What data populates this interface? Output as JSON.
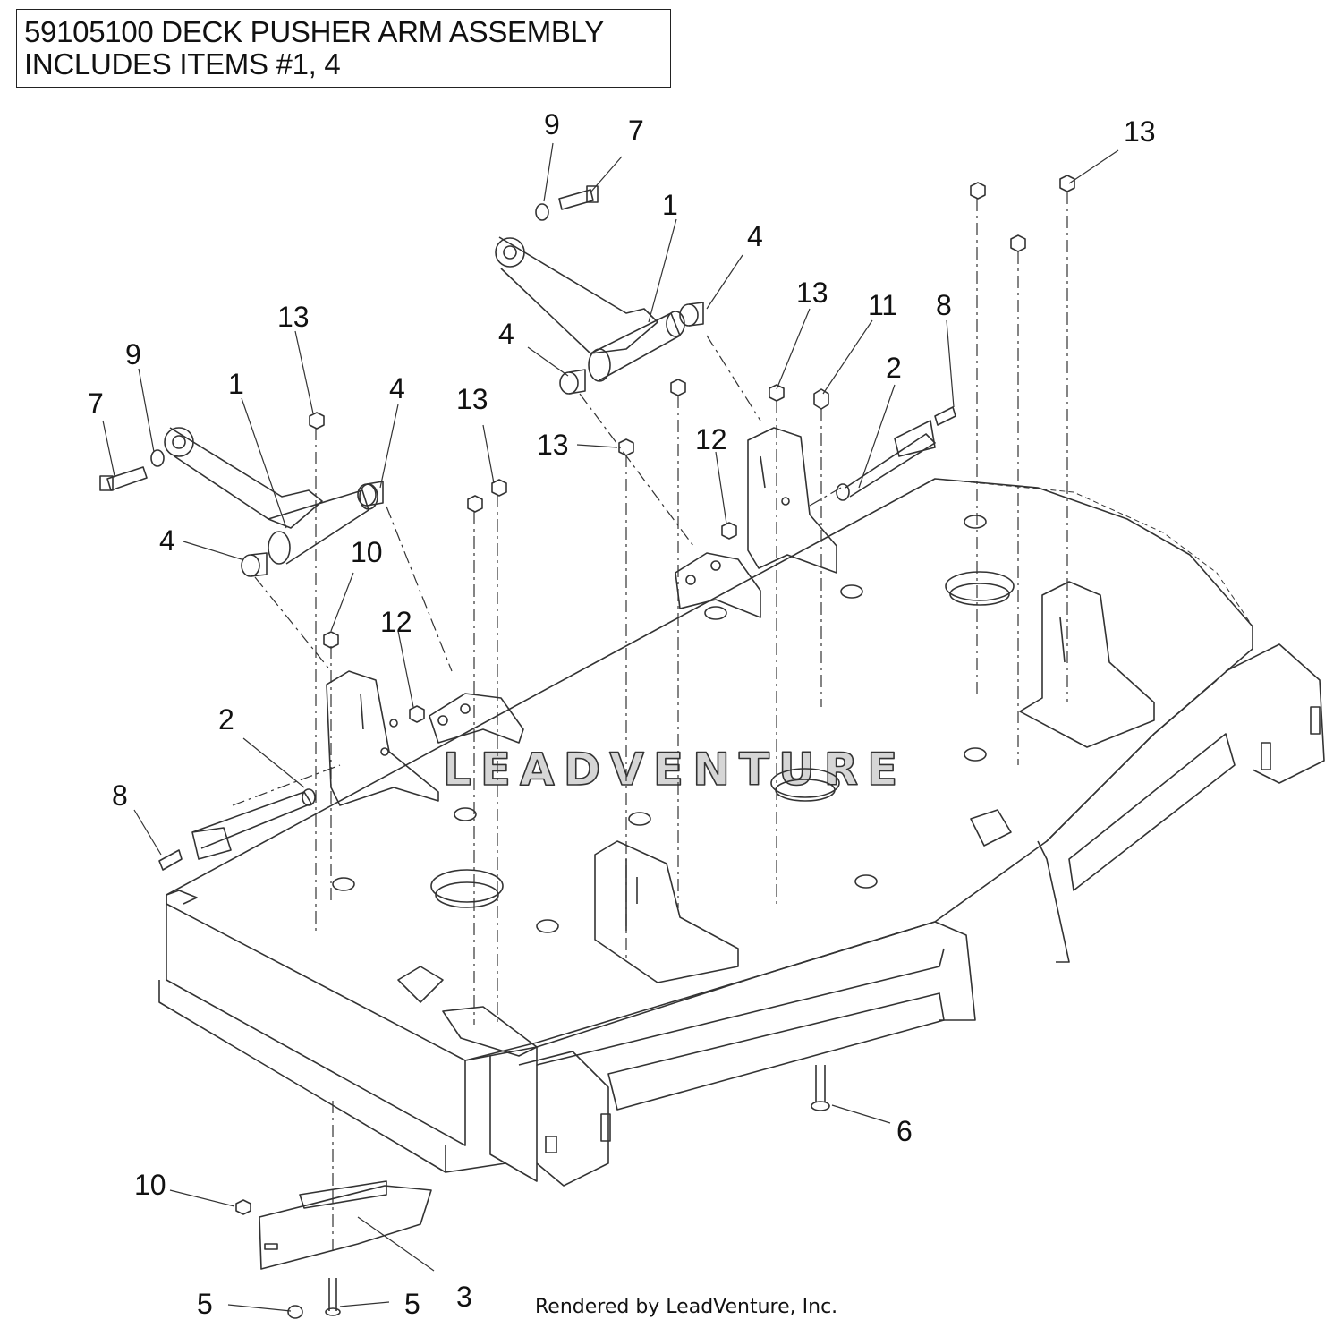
{
  "title": {
    "line1": "59105100 DECK PUSHER ARM ASSEMBLY",
    "line2": "INCLUDES ITEMS #1, 4"
  },
  "watermark": "LEADVENTURE",
  "footer": "Rendered by LeadVenture, Inc.",
  "callouts": [
    "1",
    "1",
    "2",
    "2",
    "3",
    "4",
    "4",
    "4",
    "4",
    "5",
    "5",
    "6",
    "7",
    "7",
    "8",
    "8",
    "9",
    "9",
    "10",
    "10",
    "11",
    "12",
    "12",
    "13",
    "13",
    "13",
    "13",
    "13"
  ],
  "colors": {
    "line": "#333333",
    "watermark": "#d6d6d6"
  }
}
